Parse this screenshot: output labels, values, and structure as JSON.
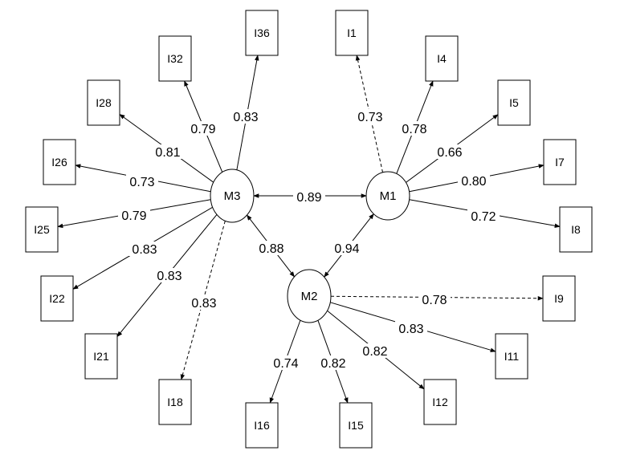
{
  "factors": [
    {
      "id": "M1",
      "label": "M1"
    },
    {
      "id": "M2",
      "label": "M2"
    },
    {
      "id": "M3",
      "label": "M3"
    }
  ],
  "indicators": [
    {
      "id": "I1",
      "label": "I1"
    },
    {
      "id": "I4",
      "label": "I4"
    },
    {
      "id": "I5",
      "label": "I5"
    },
    {
      "id": "I7",
      "label": "I7"
    },
    {
      "id": "I8",
      "label": "I8"
    },
    {
      "id": "I9",
      "label": "I9"
    },
    {
      "id": "I11",
      "label": "I11"
    },
    {
      "id": "I12",
      "label": "I12"
    },
    {
      "id": "I15",
      "label": "I15"
    },
    {
      "id": "I16",
      "label": "I16"
    },
    {
      "id": "I18",
      "label": "I18"
    },
    {
      "id": "I21",
      "label": "I21"
    },
    {
      "id": "I22",
      "label": "I22"
    },
    {
      "id": "I25",
      "label": "I25"
    },
    {
      "id": "I26",
      "label": "I26"
    },
    {
      "id": "I28",
      "label": "I28"
    },
    {
      "id": "I32",
      "label": "I32"
    },
    {
      "id": "I36",
      "label": "I36"
    }
  ],
  "loadings": [
    {
      "from": "M1",
      "to": "I1",
      "value": "0.73",
      "dashed": true
    },
    {
      "from": "M1",
      "to": "I4",
      "value": "0.78",
      "dashed": false
    },
    {
      "from": "M1",
      "to": "I5",
      "value": "0.66",
      "dashed": false
    },
    {
      "from": "M1",
      "to": "I7",
      "value": "0.80",
      "dashed": false
    },
    {
      "from": "M1",
      "to": "I8",
      "value": "0.72",
      "dashed": false
    },
    {
      "from": "M2",
      "to": "I9",
      "value": "0.78",
      "dashed": true
    },
    {
      "from": "M2",
      "to": "I11",
      "value": "0.83",
      "dashed": false
    },
    {
      "from": "M2",
      "to": "I12",
      "value": "0.82",
      "dashed": false
    },
    {
      "from": "M2",
      "to": "I15",
      "value": "0.82",
      "dashed": false
    },
    {
      "from": "M2",
      "to": "I16",
      "value": "0.74",
      "dashed": false
    },
    {
      "from": "M3",
      "to": "I18",
      "value": "0.83",
      "dashed": true
    },
    {
      "from": "M3",
      "to": "I21",
      "value": "0.83",
      "dashed": false
    },
    {
      "from": "M3",
      "to": "I22",
      "value": "0.83",
      "dashed": false
    },
    {
      "from": "M3",
      "to": "I25",
      "value": "0.79",
      "dashed": false
    },
    {
      "from": "M3",
      "to": "I26",
      "value": "0.73",
      "dashed": false
    },
    {
      "from": "M3",
      "to": "I28",
      "value": "0.81",
      "dashed": false
    },
    {
      "from": "M3",
      "to": "I32",
      "value": "0.79",
      "dashed": false
    },
    {
      "from": "M3",
      "to": "I36",
      "value": "0.83",
      "dashed": false
    }
  ],
  "correlations": [
    {
      "a": "M3",
      "b": "M1",
      "value": "0.89"
    },
    {
      "a": "M3",
      "b": "M2",
      "value": "0.88"
    },
    {
      "a": "M2",
      "b": "M1",
      "value": "0.94"
    }
  ]
}
